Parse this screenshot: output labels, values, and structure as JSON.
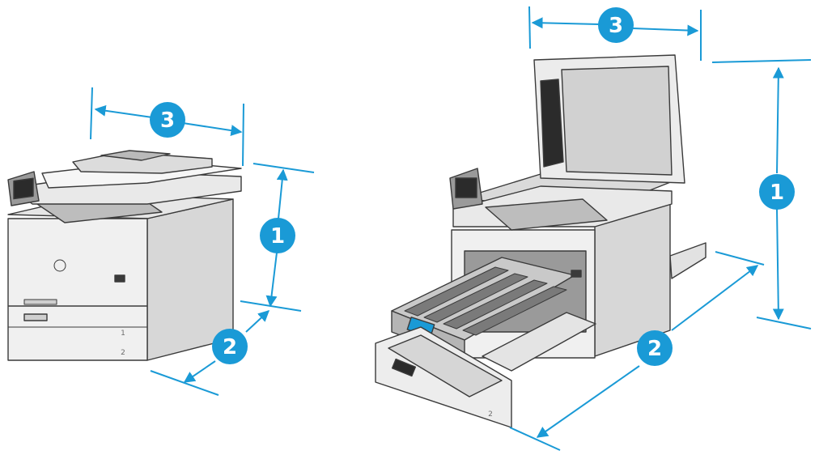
{
  "colors": {
    "accent": "#1a9ad6",
    "outline": "#3a3a3a",
    "printer_body": "#eeeeee",
    "printer_shade": "#d7d7d7",
    "screen": "#2b2b2b"
  },
  "callouts": {
    "height": "1",
    "depth": "2",
    "width": "3"
  },
  "tray_labels": {
    "tray_1": "1",
    "tray_2": "2"
  },
  "icons": {
    "logo": "hp-logo-icon",
    "power": "power-button-icon"
  }
}
